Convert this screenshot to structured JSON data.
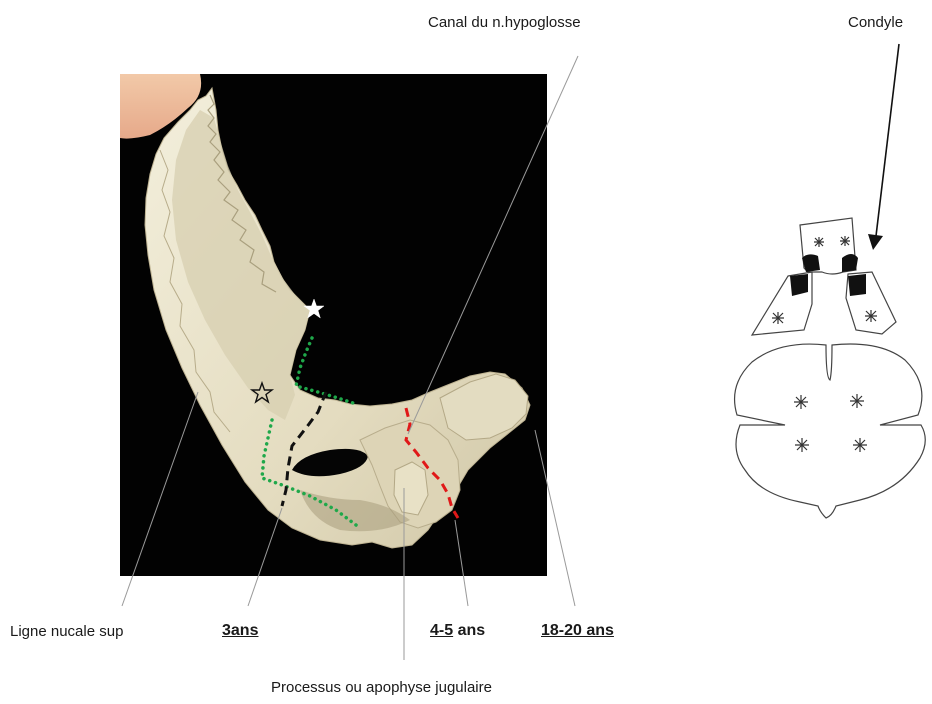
{
  "labels": {
    "canal": "Canal du n.hypoglosse",
    "condyle": "Condyle",
    "ligne": "Ligne nucale sup",
    "age3_u": "3ans",
    "age45_u": "4-5",
    "age45_rest": " ans",
    "age1820_u": "18-20 ans",
    "processus": "Processus ou apophyse jugulaire"
  },
  "colors": {
    "photo_bg": "#000000",
    "bone": "#e9e3cc",
    "dotted_green": "#1fa84a",
    "dashed_black": "#111111",
    "dashed_red": "#e01818",
    "leader": "#9a9a9a"
  },
  "icons": [
    "white-star-icon",
    "outline-star-icon"
  ]
}
